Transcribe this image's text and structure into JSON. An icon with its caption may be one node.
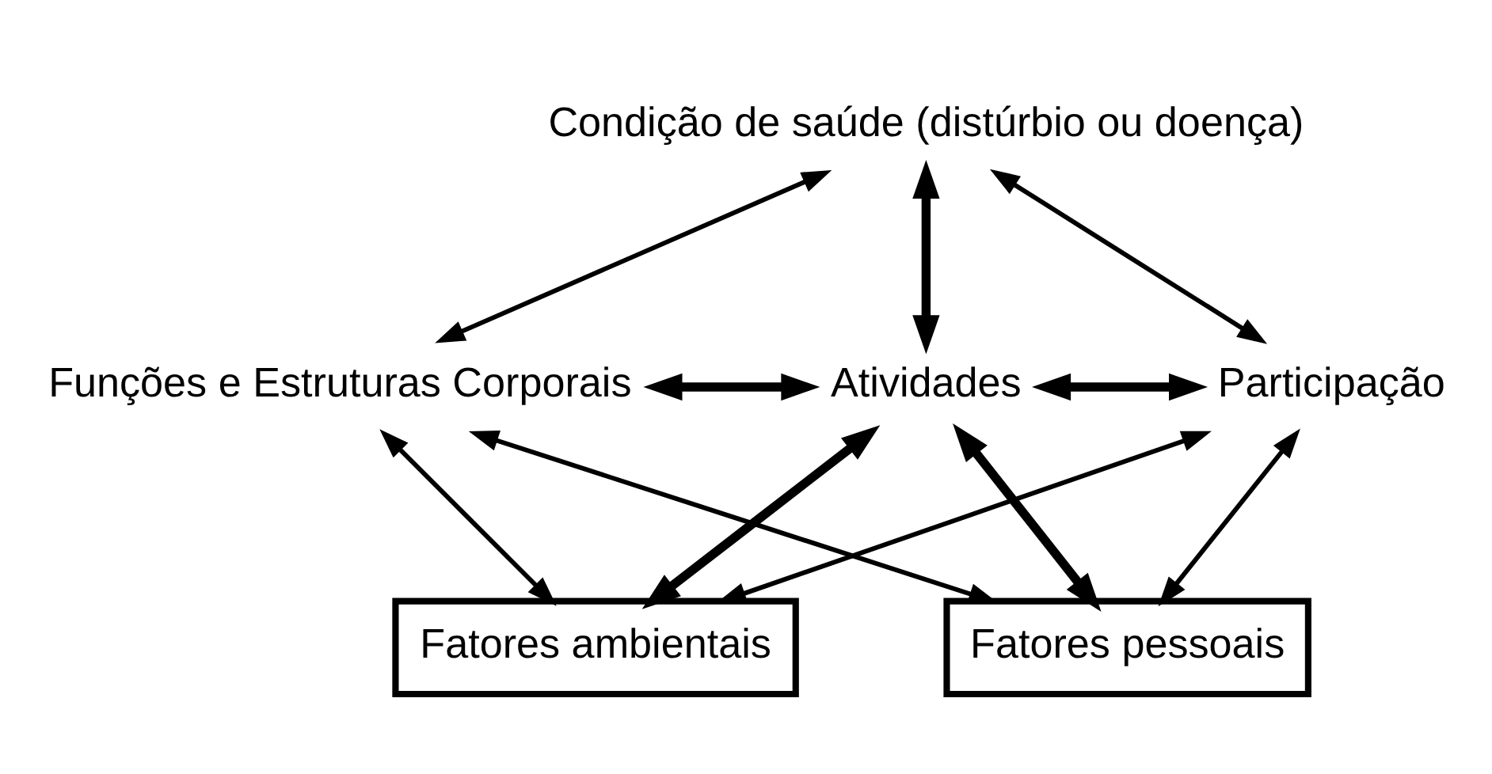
{
  "diagram": {
    "nodes": [
      {
        "text": [
          "Condição de saúde (distúrbio ou doença)"
        ]
      },
      {
        "text": [
          "Funções e Estruturas Corporais"
        ]
      },
      {
        "text": [
          "Atividades"
        ]
      },
      {
        "text": [
          "Participação"
        ]
      },
      {
        "text": [
          "Fatores ambientais"
        ]
      },
      {
        "text": [
          "Fatores pessoais"
        ]
      }
    ],
    "edges": [
      {
        "from": 0,
        "to": 2,
        "arrow": "both",
        "style": "thick"
      },
      {
        "from": 0,
        "to": 1,
        "arrow": "both"
      },
      {
        "from": 0,
        "to": 3,
        "arrow": "both"
      },
      {
        "from": 1,
        "to": 2,
        "arrow": "both",
        "style": "thick"
      },
      {
        "from": 2,
        "to": 3,
        "arrow": "both",
        "style": "thick"
      },
      {
        "from": 1,
        "to": 4,
        "arrow": "both"
      },
      {
        "from": 2,
        "to": 4,
        "arrow": "both",
        "style": "thick"
      },
      {
        "from": 3,
        "to": 4,
        "arrow": "both"
      },
      {
        "from": 1,
        "to": 5,
        "arrow": "both"
      },
      {
        "from": 2,
        "to": 5,
        "arrow": "both",
        "style": "thick"
      },
      {
        "from": 3,
        "to": 5,
        "arrow": "both"
      }
    ]
  }
}
